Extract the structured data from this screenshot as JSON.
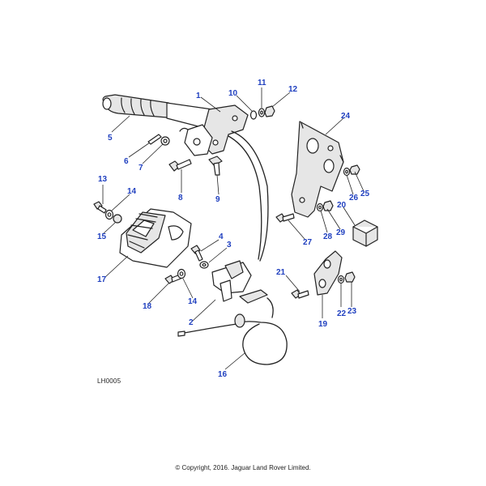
{
  "diagram_ref": "LH0005",
  "copyright": "© Copyright, 2016. Jaguar Land Rover Limited.",
  "callouts": [
    "1",
    "2",
    "3",
    "4",
    "5",
    "6",
    "7",
    "8",
    "9",
    "10",
    "11",
    "12",
    "13",
    "14",
    "14",
    "15",
    "16",
    "17",
    "18",
    "19",
    "20",
    "21",
    "22",
    "23",
    "24",
    "25",
    "26",
    "27",
    "28",
    "29"
  ]
}
